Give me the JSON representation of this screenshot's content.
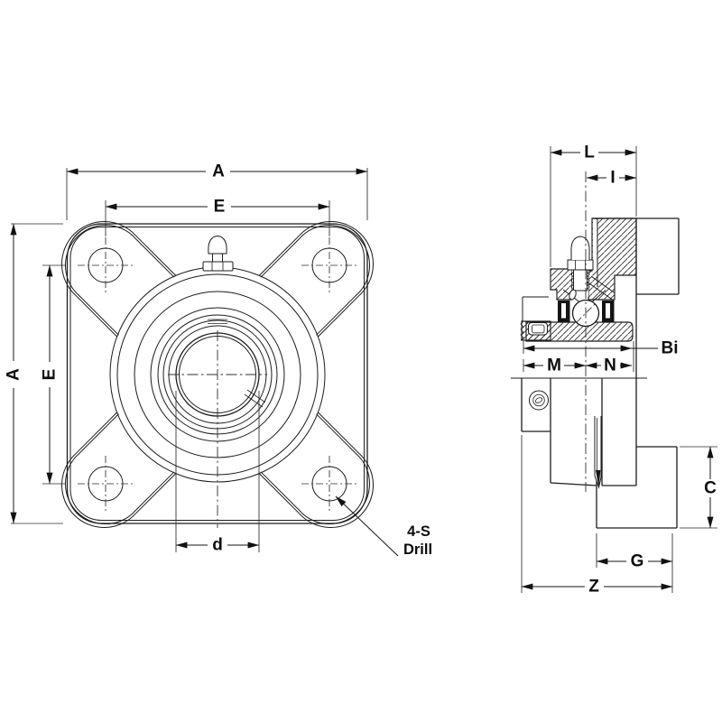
{
  "drawing": {
    "background_color": "#ffffff",
    "line_color": "#1c1c1c",
    "front_view": {
      "dim_a_top": "A",
      "dim_e_top": "E",
      "dim_a_left": "A",
      "dim_e_left": "E",
      "dim_d": "d",
      "drill_callout_line1": "4-S",
      "drill_callout_line2": "Drill"
    },
    "side_view": {
      "dim_l": "L",
      "dim_i": "I",
      "dim_bi": "Bi",
      "dim_m": "M",
      "dim_n": "N",
      "dim_c": "C",
      "dim_g": "G",
      "dim_z": "Z"
    }
  }
}
